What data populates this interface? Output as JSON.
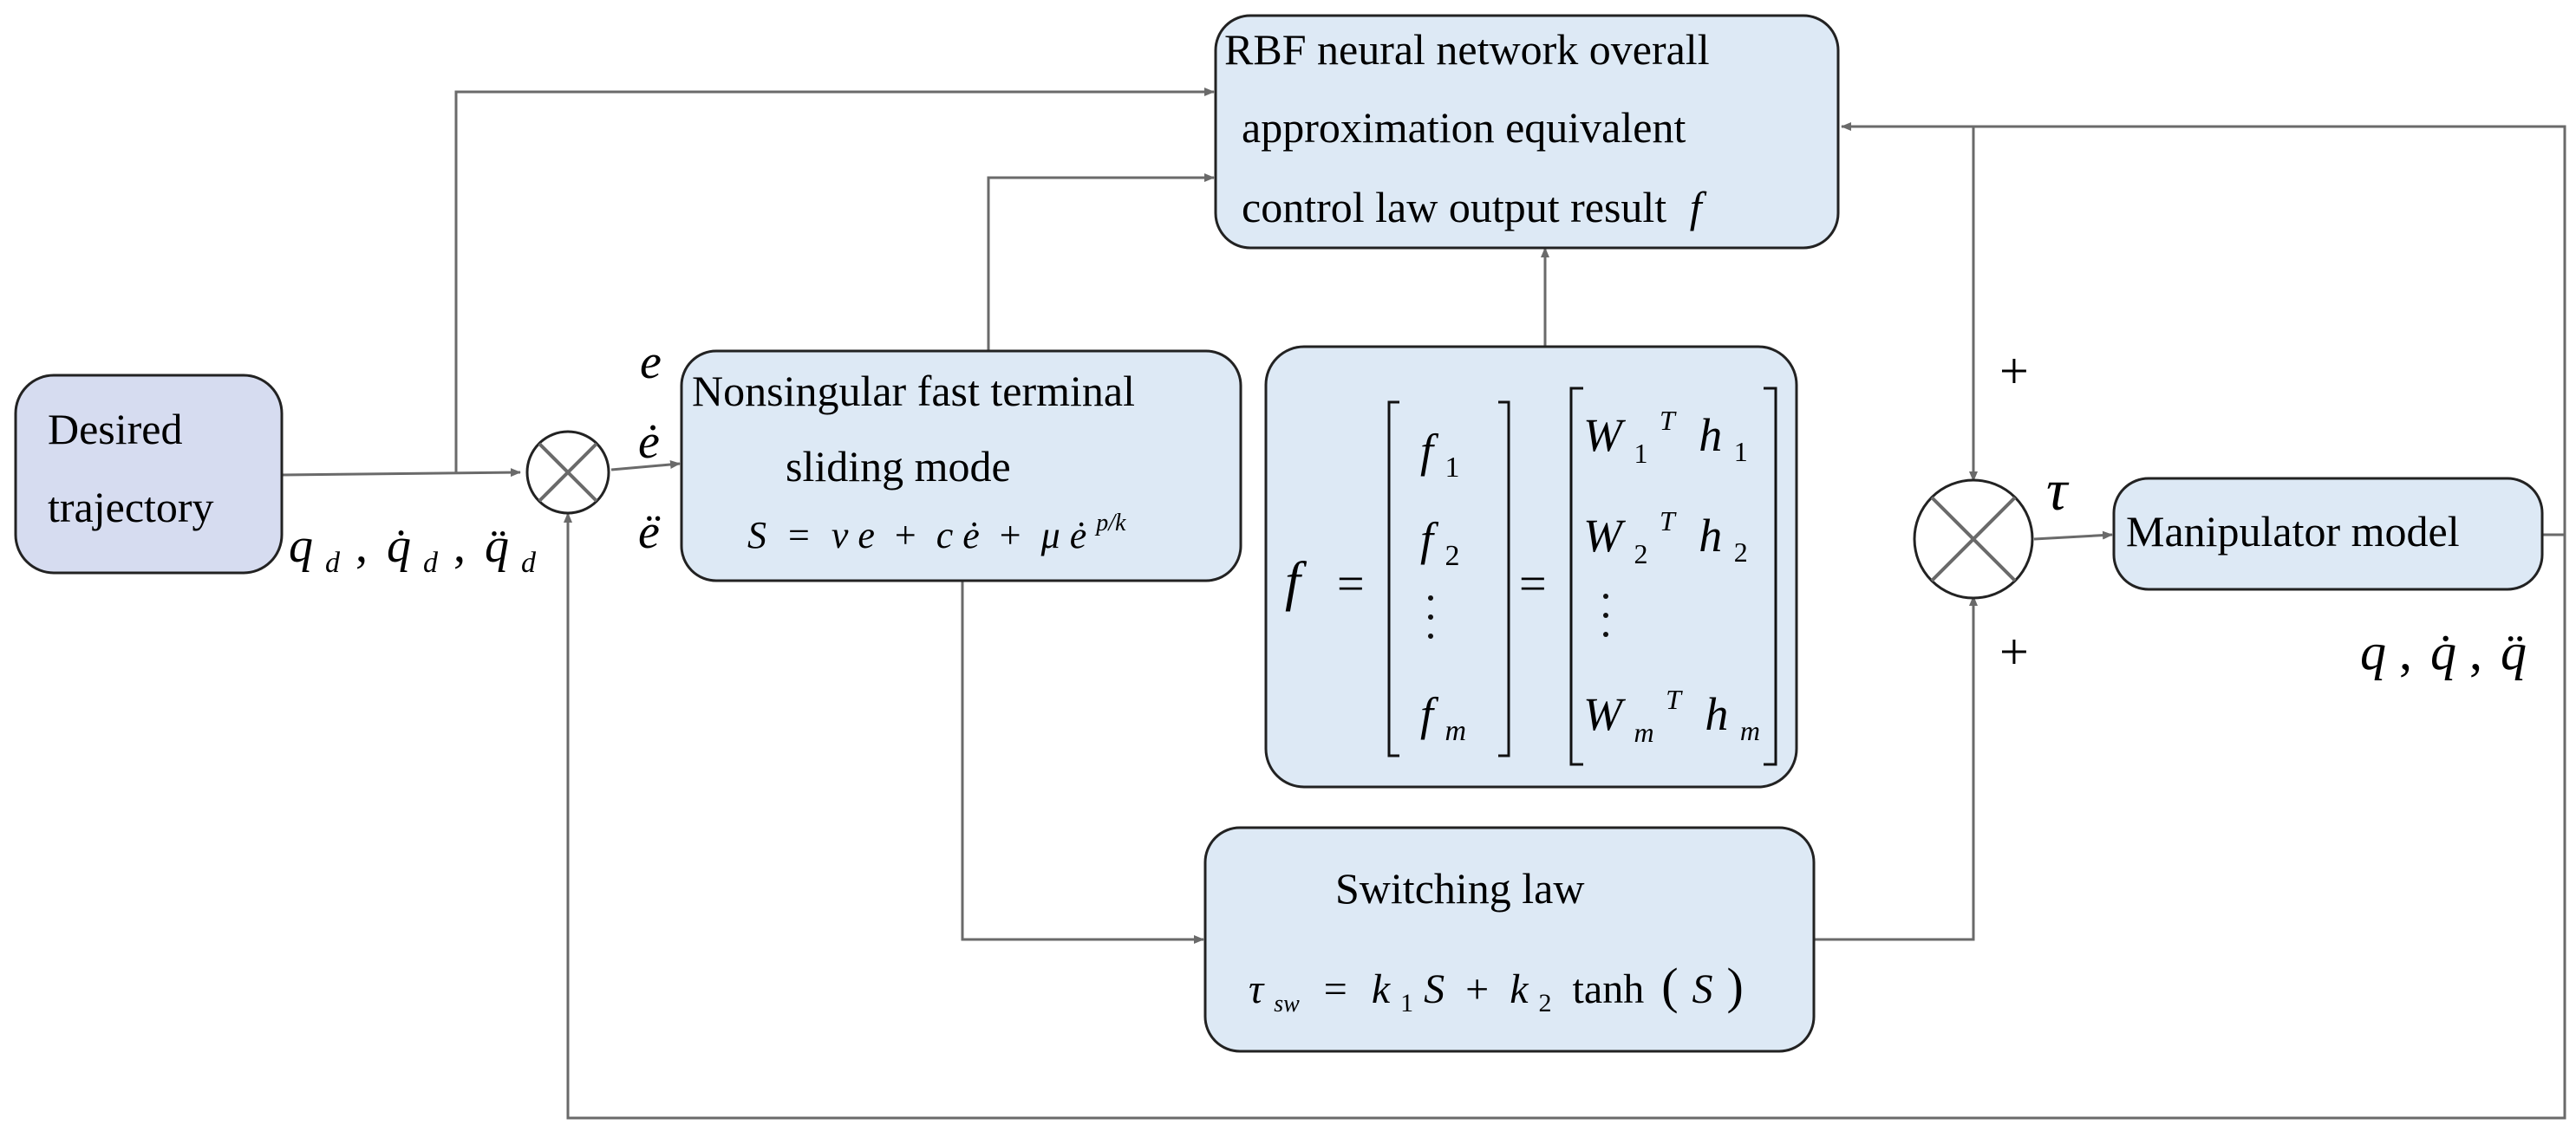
{
  "blocks": {
    "desired": {
      "line1": "Desired",
      "line2": "trajectory"
    },
    "rbf": {
      "line1": "RBF neural network overall",
      "line2": "approximation equivalent",
      "line3": "control law output result",
      "symbol": "f"
    },
    "nftsm": {
      "line1": "Nonsingular fast terminal",
      "line2": "sliding mode",
      "S": "S",
      "eq": "=",
      "nu": "ν",
      "e": "e",
      "plus1": "+",
      "c": "c",
      "edot": "ė",
      "plus2": "+",
      "mu": "μ",
      "edot2": "ė",
      "exp": "p/k"
    },
    "switching": {
      "title": "Switching law",
      "tau": "τ",
      "tau_sub": "sw",
      "eq": "=",
      "k": "k",
      "k1_sub": "1",
      "S1": "S",
      "plus": "+",
      "k2_sub": "2",
      "tanh": "tanh",
      "lparen": "(",
      "S2": "S",
      "rparen": ")"
    },
    "matrix": {
      "f": "f",
      "eq1": "=",
      "eq2": "=",
      "left": [
        {
          "base": "f",
          "sub": "1"
        },
        {
          "base": "f",
          "sub": "2"
        },
        {
          "base": "f",
          "sub": "m"
        }
      ],
      "right": [
        {
          "W": "W",
          "wsub": "1",
          "sup": "T",
          "h": "h",
          "hsub": "1"
        },
        {
          "W": "W",
          "wsub": "2",
          "sup": "T",
          "h": "h",
          "hsub": "2"
        },
        {
          "W": "W",
          "wsub": "m",
          "sup": "T",
          "h": "h",
          "hsub": "m"
        }
      ]
    },
    "manipulator": {
      "label": "Manipulator model"
    }
  },
  "signals": {
    "e": "e",
    "edot": "ė",
    "eddot": "ë",
    "qd": "q",
    "d1": "d",
    "qd_dot": "q̇",
    "d2": "d",
    "qd_ddot": "q̈",
    "d3": "d",
    "comma": ",",
    "tau": "τ",
    "plus_top": "+",
    "plus_bottom": "+",
    "q": "q",
    "q_dot": "q̇",
    "q_ddot": "q̈"
  }
}
